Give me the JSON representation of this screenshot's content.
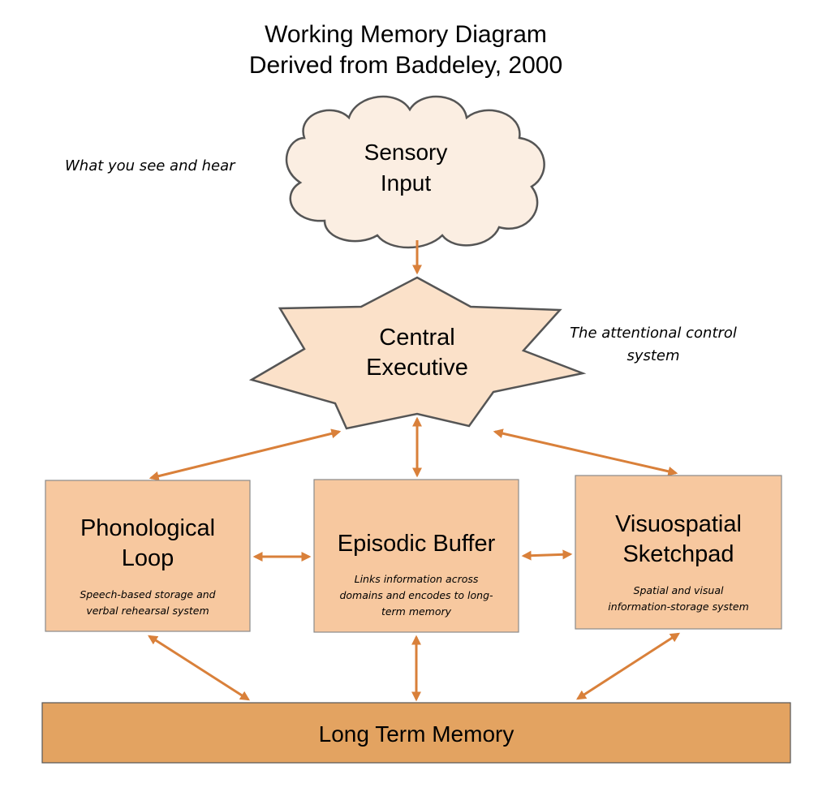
{
  "title": {
    "line1": "Working Memory Diagram",
    "line2": "Derived from Baddeley, 2000"
  },
  "sensory_input": {
    "line1": "Sensory",
    "line2": "Input",
    "note": "What you see and hear"
  },
  "central_executive": {
    "line1": "Central",
    "line2": "Executive",
    "note_line1": "The attentional control",
    "note_line2": "system"
  },
  "phonological_loop": {
    "line1": "Phonological",
    "line2": "Loop",
    "desc_line1": "Speech-based storage and",
    "desc_line2": "verbal rehearsal system"
  },
  "episodic_buffer": {
    "line1": "Episodic Buffer",
    "desc_line1": "Links information across",
    "desc_line2": "domains and encodes to long-",
    "desc_line3": "term memory"
  },
  "visuospatial_sketchpad": {
    "line1": "Visuospatial",
    "line2": "Sketchpad",
    "desc_line1": "Spatial and visual",
    "desc_line2": "information-storage system"
  },
  "long_term_memory": {
    "label": "Long Term Memory"
  },
  "colors": {
    "arrow": "#d9803a",
    "box_fill": "#f7c89f",
    "ltm_fill": "#e3a361",
    "cloud_fill": "#fbeee2",
    "star_fill": "#fbe1c9"
  }
}
